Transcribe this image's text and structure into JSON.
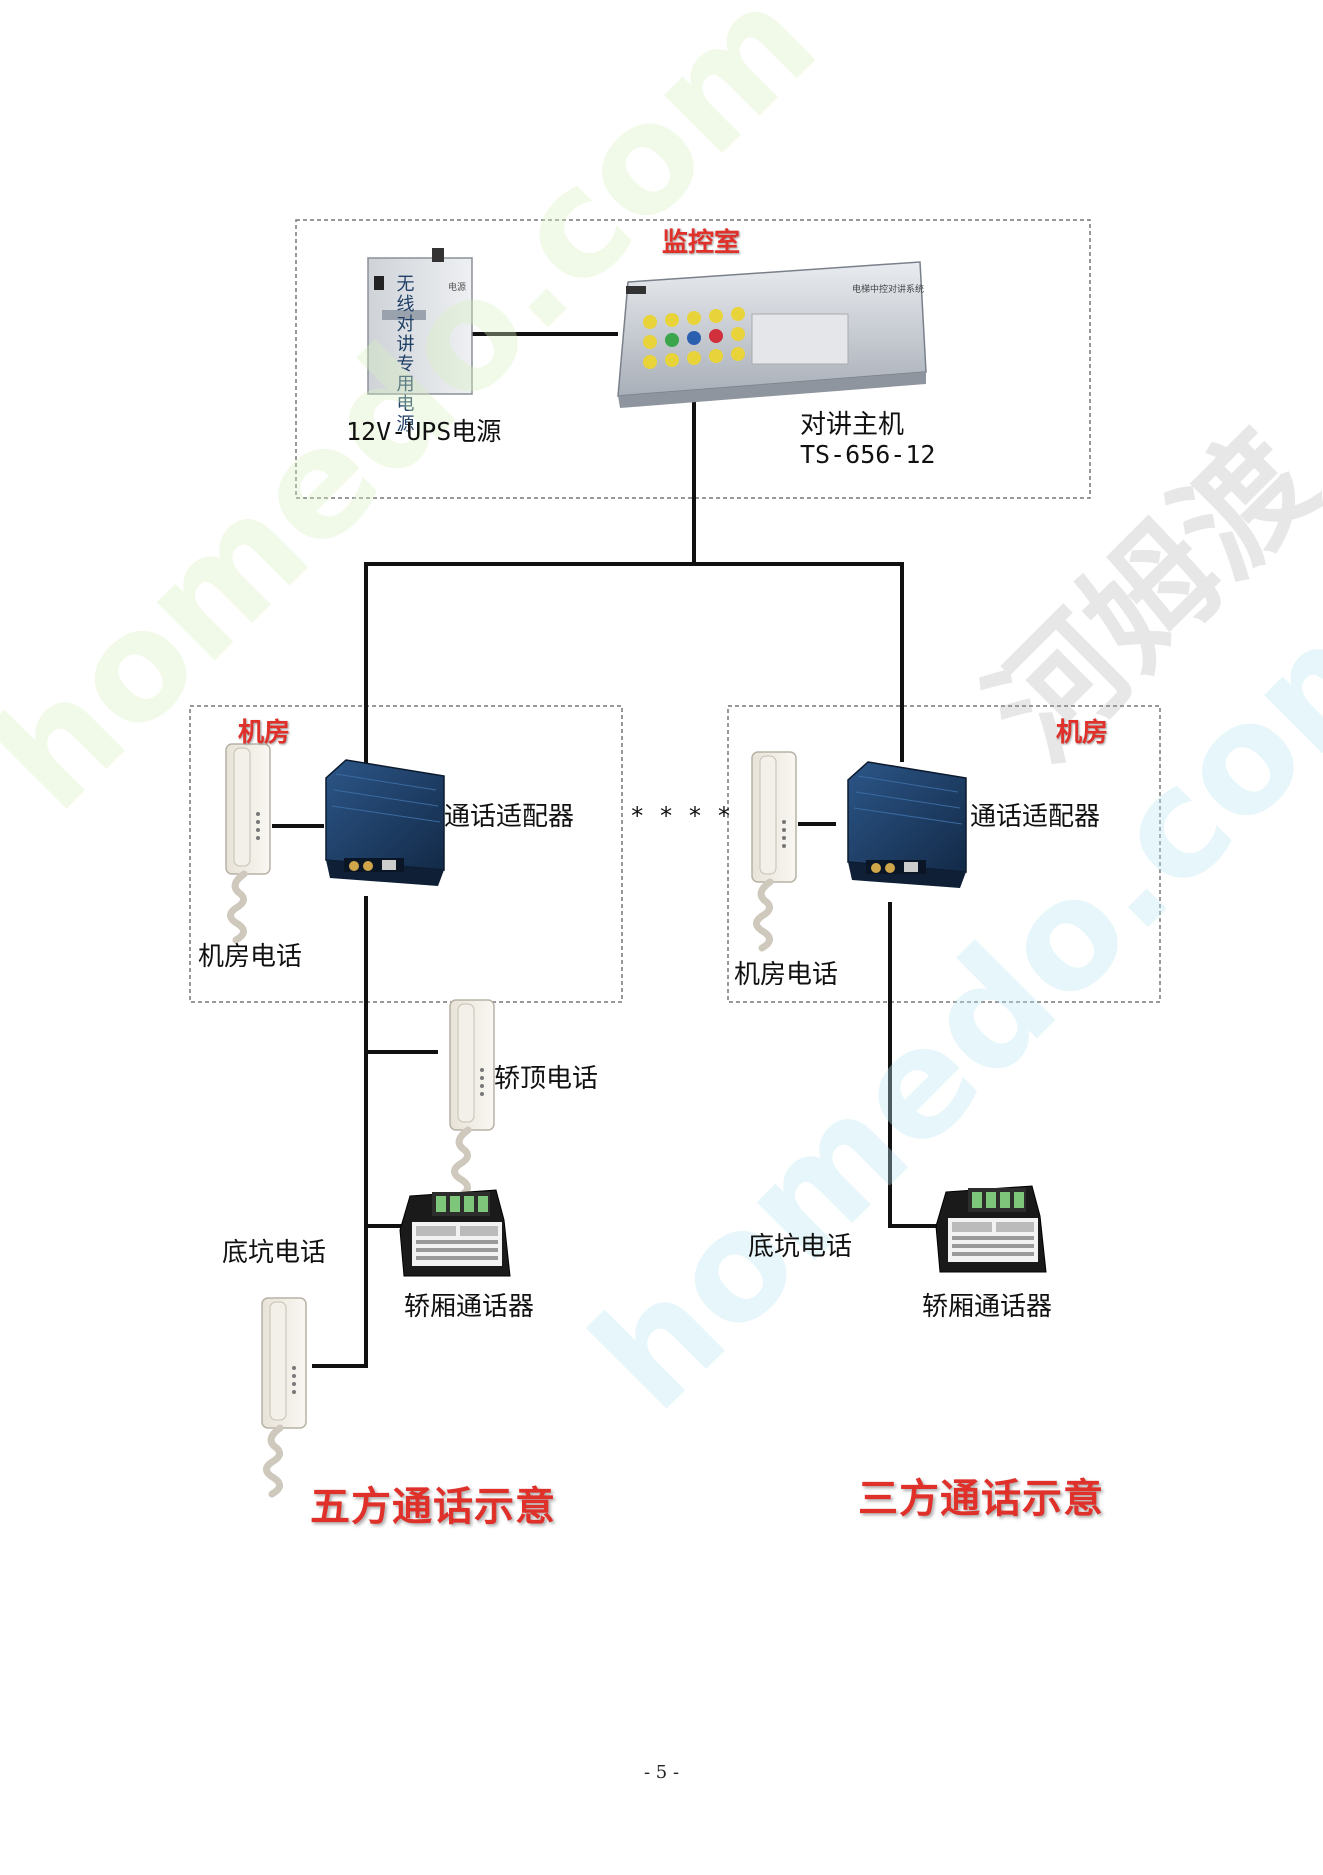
{
  "labels": {
    "control_room": "监控室",
    "ups": "12V-UPS电源",
    "host_name": "对讲主机",
    "host_model": "TS-656-12",
    "machine_room_left": "机房",
    "machine_room_right": "机房",
    "adapter_left": "通话适配器",
    "adapter_right": "通话适配器",
    "dots": "* * * *",
    "mr_phone_left": "机房电话",
    "mr_phone_right": "机房电话",
    "car_top_phone": "轿顶电话",
    "pit_phone_left": "底坑电话",
    "pit_phone_right": "底坑电话",
    "car_intercom_left": "轿厢通话器",
    "car_intercom_right": "轿厢通话器",
    "title_five": "五方通话示意",
    "title_three": "三方通话示意",
    "ups_box_text": "无线对讲专用电源",
    "host_panel_text": "电梯中控对讲系统"
  },
  "watermark": {
    "text_en": "homedo.com",
    "text_cn": "河姆渡"
  },
  "page_number": "- 5 -",
  "colors": {
    "accent_red": "#e0302a",
    "line": "#111111",
    "box_border": "#777777",
    "device_blue": "#1f3f66"
  }
}
